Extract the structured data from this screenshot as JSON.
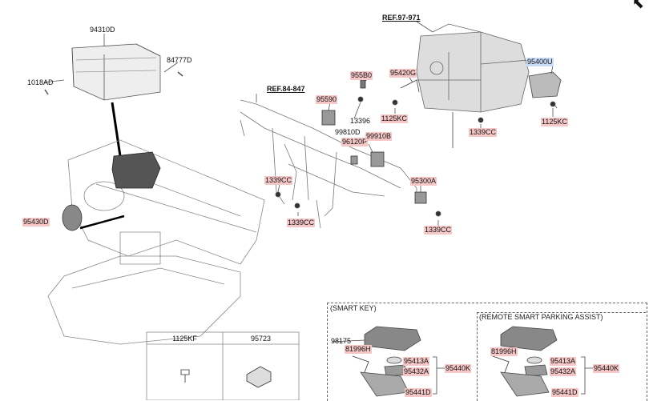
{
  "labels": {
    "p_94310D": "94310D",
    "p_84777D": "84777D",
    "p_1018AD": "1018AD",
    "p_95430D": "95430D",
    "ref_84_847": "REF.84-847",
    "ref_97_971": "REF.97-971",
    "p_955B0": "955B0",
    "p_95590": "95590",
    "p_13396": "13396",
    "p_99810D": "99810D",
    "p_96120P": "96120P",
    "p_99910B": "99910B",
    "p_95420G": "95420G",
    "p_1125KC_a": "1125KC",
    "p_1125KC_b": "1125KC",
    "p_95400U": "95400U",
    "p_1339CC_a": "1339CC",
    "p_1339CC_b": "1339CC",
    "p_1339CC_c": "1339CC",
    "p_1339CC_d": "1339CC",
    "p_95300A": "95300A"
  },
  "table": {
    "col1": "1125KF",
    "col2": "95723"
  },
  "smart_key": {
    "title": "(SMART KEY)",
    "p_98175": "98175",
    "p_81996H": "81996H",
    "p_95413A": "95413A",
    "p_95432A": "95432A",
    "p_95440K": "95440K",
    "p_95441D": "95441D"
  },
  "rspa": {
    "title": "(REMOTE SMART PARKING ASSIST)",
    "p_81996H": "81996H",
    "p_95413A": "95413A",
    "p_95432A": "95432A",
    "p_95440K": "95440K",
    "p_95441D": "95441D"
  },
  "colors": {
    "highlight_red": "#f6c7c7",
    "highlight_blue": "#c9dcf7",
    "line": "#555555"
  }
}
